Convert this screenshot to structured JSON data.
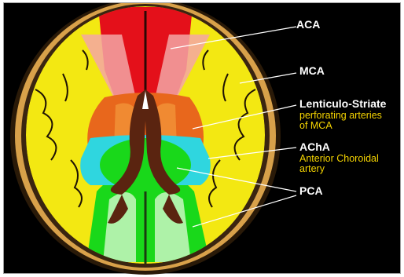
{
  "labels": {
    "aca": "ACA",
    "mca": "MCA",
    "lenticulo_title": "Lenticulo-Striate",
    "lenticulo_sub": "perforating arteries\nof MCA",
    "acha_title": "AChA",
    "acha_sub": "Anterior Choroidal\nartery",
    "pca": "PCA"
  },
  "colors": {
    "background": "#000000",
    "skull": "#d8a14a",
    "outer_ring": "#2a1a08",
    "aca_territory": "#e4101a",
    "aca_overlay": "#f3a6a6",
    "mca_territory": "#f3e812",
    "lenticulostriate_territory": "#e8671c",
    "acha_territory": "#2fd6df",
    "pca_territory": "#19d81a",
    "pca_overlay": "#bff5b8",
    "ventricle": "#5a2410",
    "label_text": "#ffffff",
    "sublabel_text": "#f5d400",
    "leader_line": "#ffffff"
  }
}
